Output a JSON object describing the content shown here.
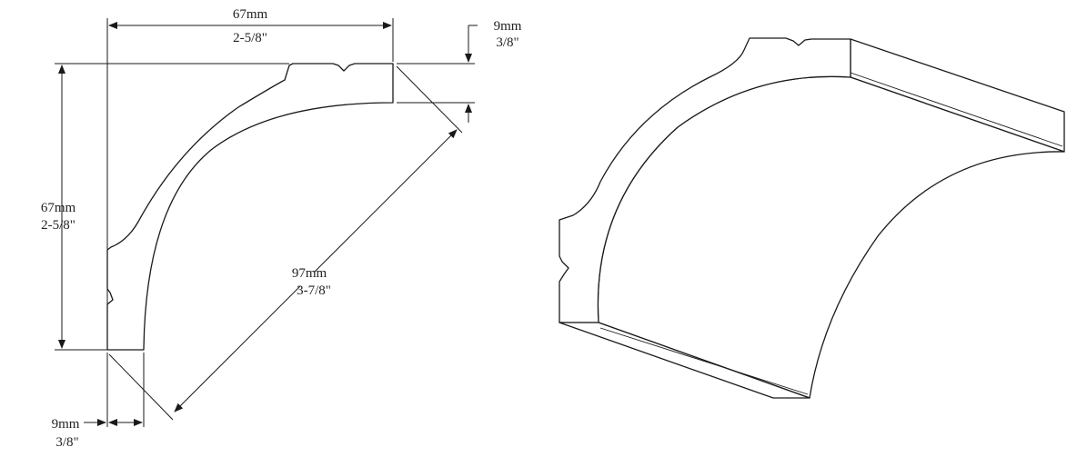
{
  "dimensions": {
    "top_width": {
      "metric": "67mm",
      "imperial": "2-5/8\""
    },
    "left_height": {
      "metric": "67mm",
      "imperial": "2-5/8\""
    },
    "top_thickness": {
      "metric": "9mm",
      "imperial": "3/8\""
    },
    "bottom_thickness": {
      "metric": "9mm",
      "imperial": "3/8\""
    },
    "diagonal": {
      "metric": "97mm",
      "imperial": "3-7/8\""
    }
  }
}
